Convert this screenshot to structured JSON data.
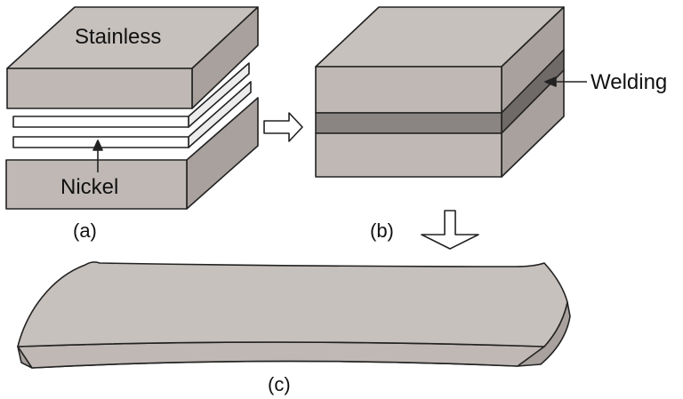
{
  "labels": {
    "stainless": "Stainless",
    "nickel": "Nickel",
    "welding": "Welding",
    "a": "(a)",
    "b": "(b)",
    "c": "(c)"
  },
  "colors": {
    "metal_front": "#bfb8b4",
    "metal_top": "#c7c1bd",
    "metal_side": "#a8a19d",
    "nickel_front": "#ffffff",
    "nickel_side": "#ececec",
    "weld_front": "#8a8482",
    "weld_side": "#6f6a68",
    "stroke": "#222222"
  }
}
